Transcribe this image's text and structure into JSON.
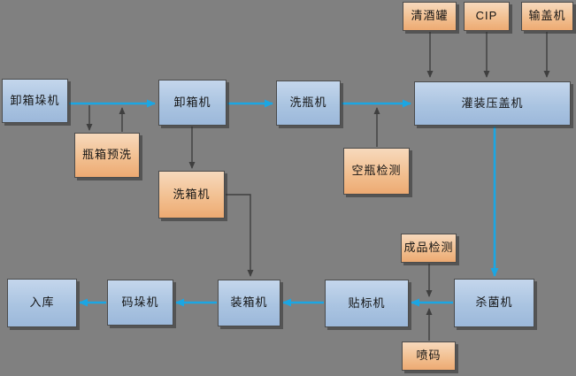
{
  "diagram": {
    "background_color": "#808080",
    "colors": {
      "process_box_top": "#c4d6ec",
      "process_box_bottom": "#9cb8da",
      "aux_box_top": "#f7d9bc",
      "aux_box_bottom": "#edaa72",
      "box_border": "#4c4c4c",
      "main_flow_arrow": "#1ba6e3",
      "aux_arrow": "#3f3f3f"
    },
    "nodes": {
      "depalletizer": {
        "label": "卸箱垛机",
        "type": "process"
      },
      "bottle_crate_prewash": {
        "label": "瓶箱预洗",
        "type": "aux"
      },
      "decrater": {
        "label": "卸箱机",
        "type": "process"
      },
      "crate_washer": {
        "label": "洗箱机",
        "type": "aux"
      },
      "bottle_washer": {
        "label": "洗瓶机",
        "type": "process"
      },
      "empty_bottle_inspection": {
        "label": "空瓶检测",
        "type": "aux"
      },
      "bright_beer_tank": {
        "label": "清酒罐",
        "type": "aux"
      },
      "cip": {
        "label": "CIP",
        "type": "aux"
      },
      "cap_feeder": {
        "label": "输盖机",
        "type": "aux"
      },
      "filler_capper": {
        "label": "灌装压盖机",
        "type": "process"
      },
      "pasteurizer": {
        "label": "杀菌机",
        "type": "process"
      },
      "finished_product_inspection": {
        "label": "成品检测",
        "type": "aux"
      },
      "inkjet_coder": {
        "label": "喷码",
        "type": "aux"
      },
      "labeler": {
        "label": "贴标机",
        "type": "process"
      },
      "case_packer": {
        "label": "装箱机",
        "type": "process"
      },
      "palletizer": {
        "label": "码垛机",
        "type": "process"
      },
      "warehouse": {
        "label": "入库",
        "type": "process"
      }
    },
    "connections": {
      "main_flow": [
        "卸箱垛机",
        "卸箱机",
        "洗瓶机",
        "灌装压盖机",
        "杀菌机",
        "贴标机",
        "装箱机",
        "码垛机",
        "入库"
      ],
      "auxiliary": [
        {
          "from": "输送线(卸箱垛机-卸箱机)",
          "to": "瓶箱预洗"
        },
        {
          "from": "瓶箱预洗",
          "to": "输送线(卸箱垛机-卸箱机)"
        },
        {
          "from": "卸箱机",
          "to": "洗箱机"
        },
        {
          "from": "洗箱机",
          "to": "装箱机"
        },
        {
          "from": "清酒罐",
          "to": "灌装压盖机"
        },
        {
          "from": "CIP",
          "to": "灌装压盖机"
        },
        {
          "from": "输盖机",
          "to": "灌装压盖机"
        },
        {
          "from": "空瓶检测",
          "to": "输送线(洗瓶机-灌装压盖机)"
        },
        {
          "from": "成品检测",
          "to": "输送线(杀菌机-贴标机)"
        },
        {
          "from": "喷码",
          "to": "输送线(杀菌机-贴标机)"
        }
      ]
    }
  }
}
